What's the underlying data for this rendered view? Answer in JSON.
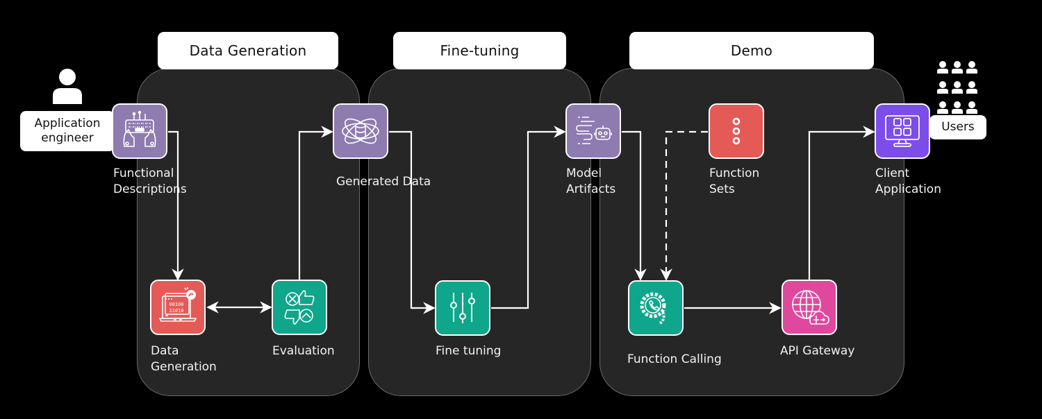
{
  "stages": [
    {
      "id": "data-generation",
      "title": "Data Generation"
    },
    {
      "id": "fine-tuning",
      "title": "Fine-tuning"
    },
    {
      "id": "demo",
      "title": "Demo"
    }
  ],
  "actors": {
    "engineer": {
      "label": "Application\nengineer",
      "icon": "person-icon"
    },
    "users": {
      "label": "Users",
      "icon": "users-group-icon"
    }
  },
  "nodes": [
    {
      "id": "functional-descriptions",
      "label": "Functional\nDescriptions",
      "icon": "keyboard-hands-icon",
      "color": "#8e7bb0"
    },
    {
      "id": "data-generation",
      "label": "Data\nGeneration",
      "icon": "laptop-binary-icon",
      "color": "#e45a57"
    },
    {
      "id": "evaluation",
      "label": "Evaluation",
      "icon": "thumbs-evaluation-icon",
      "color": "#0fa68b"
    },
    {
      "id": "generated-data",
      "label": "Generated Data",
      "icon": "atom-database-icon",
      "color": "#8e7bb0"
    },
    {
      "id": "fine-tuning",
      "label": "Fine tuning",
      "icon": "sliders-icon",
      "color": "#0fa68b"
    },
    {
      "id": "model-artifacts",
      "label": "Model\nArtifacts",
      "icon": "robot-speed-icon",
      "color": "#8e7bb0"
    },
    {
      "id": "function-sets",
      "label": "Function\nSets",
      "icon": "vertical-dots-icon",
      "color": "#e45a57"
    },
    {
      "id": "function-calling",
      "label": "Function Calling",
      "icon": "gear-phone-icon",
      "color": "#0fa68b"
    },
    {
      "id": "api-gateway",
      "label": "API Gateway",
      "icon": "globe-cloud-icon",
      "color": "#e0489d"
    },
    {
      "id": "client-application",
      "label": "Client\nApplication",
      "icon": "monitor-apps-icon",
      "color": "#7c4dea"
    }
  ],
  "edges": [
    {
      "from": "functional-descriptions",
      "to": "data-generation",
      "style": "solid"
    },
    {
      "from": "data-generation",
      "to": "evaluation",
      "style": "solid",
      "bidirectional": true
    },
    {
      "from": "evaluation",
      "to": "generated-data",
      "style": "solid"
    },
    {
      "from": "generated-data",
      "to": "fine-tuning",
      "style": "solid"
    },
    {
      "from": "fine-tuning",
      "to": "model-artifacts",
      "style": "solid"
    },
    {
      "from": "model-artifacts",
      "to": "function-calling",
      "style": "solid"
    },
    {
      "from": "function-sets",
      "to": "function-calling",
      "style": "dashed"
    },
    {
      "from": "function-calling",
      "to": "api-gateway",
      "style": "solid"
    },
    {
      "from": "api-gateway",
      "to": "client-application",
      "style": "solid"
    }
  ]
}
